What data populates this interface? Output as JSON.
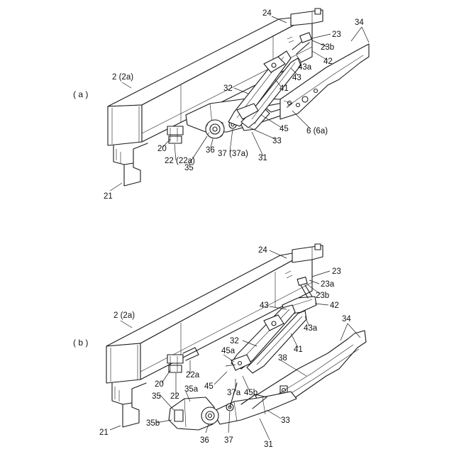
{
  "panels": [
    {
      "label": "( a )",
      "parts": {
        "p2": "2 (2a)",
        "p24": "24",
        "p23": "23",
        "p23b": "23b",
        "p34": "34",
        "p42": "42",
        "p43a": "43a",
        "p43": "43",
        "p41": "41",
        "p32": "32",
        "p45": "45",
        "p6": "6 (6a)",
        "p33": "33",
        "p31": "31",
        "p37": "37 (37a)",
        "p36": "36",
        "p35": "35",
        "p20": "20",
        "p22": "22 (22a)",
        "p21": "21"
      }
    },
    {
      "label": "( b )",
      "parts": {
        "p24": "24",
        "p23": "23",
        "p23a": "23a",
        "p23b": "23b",
        "p2": "2 (2a)",
        "p43": "43",
        "p42": "42",
        "p43a": "43a",
        "p34": "34",
        "p32": "32",
        "p41": "41",
        "p38": "38",
        "p45a": "45a",
        "p22a": "22a",
        "p20": "20",
        "p22": "22",
        "p35a": "35a",
        "p45": "45",
        "p37a": "37a",
        "p45b": "45b",
        "p35": "35",
        "p35b": "35b",
        "p33": "33",
        "p21": "21",
        "p36": "36",
        "p37": "37",
        "p31": "31"
      }
    }
  ]
}
